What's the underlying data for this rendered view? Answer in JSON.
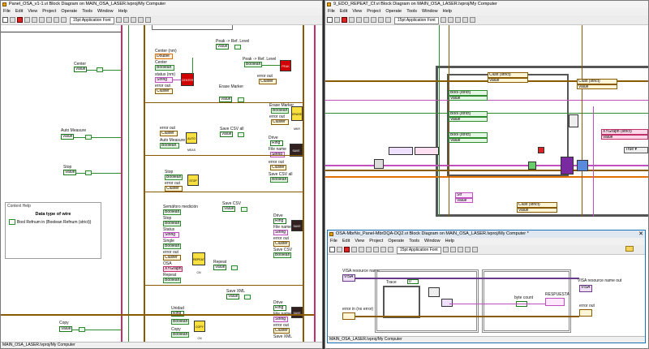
{
  "windows": [
    {
      "id": "w1",
      "title": "Panel_OSA_v1-1.vi Block Diagram on MAIN_OSA_LASER.lvproj/My Computer",
      "status": "MAIN_OSA_LASER.lvproj/My Computer"
    },
    {
      "id": "w2",
      "title": "9_EDO_REPEAT_Cf.vi Block Diagram on MAIN_OSA_LASER.lvproj/My Computer"
    },
    {
      "id": "w3",
      "title": "OSA-MbrNo_Panel-MbrDQA-DQ2.vi Block Diagram on MAIN_OSA_LASER.lvproj/My Computer *",
      "status": "MAIN_OSA_LASER.lvproj/My Computer"
    }
  ],
  "menu": [
    "File",
    "Edit",
    "View",
    "Project",
    "Operate",
    "Tools",
    "Window",
    "Help"
  ],
  "font_select": "15pt Application Font",
  "w1": {
    "labels": {
      "center": "Center",
      "center_ctrl": "Value",
      "center_nm": "Center (nm)",
      "center_num": "Double",
      "center2": "Center",
      "center_bool": "Boolean",
      "status_nm": "status (nm)",
      "status_str": "String",
      "error_out": "error out",
      "cluster": "Cluster",
      "peak_ref": "Peak -> Ref. Level",
      "peak_val": "Value",
      "peak_ref2": "Peak -> Ref. Level",
      "peak_bool": "Boolean",
      "error_out2": "error out",
      "cluster2": "Cluster",
      "erase_marker": "Erase Marker",
      "erase_val": "Value",
      "erase_marker2": "Erase Marker",
      "erase_bool": "Boolean",
      "error_out3": "error out",
      "cluster3": "Cluster",
      "auto_measure": "Auto Measure",
      "auto_val": "Value",
      "error_out4": "error out",
      "cluster4": "Cluster",
      "auto_measure2": "Auto Measure",
      "auto_bool": "Boolean",
      "save_csv_all": "Save CSV all",
      "save_csv_val": "Value",
      "drive": "Drive",
      "ring": "Ring",
      "file_name": "File name",
      "file_str": "String",
      "error_out5": "error out",
      "cluster5": "Cluster",
      "save_csv_all2": "Save CSV all",
      "save_bool": "Boolean",
      "stop": "Stop",
      "stop_val": "Value",
      "stop2": "Stop",
      "stop_bool": "Boolean",
      "error_out6": "error out",
      "cluster6": "Cluster",
      "semaforo": "Semáforo medición",
      "sem_bool": "Boolean",
      "stop3": "Stop",
      "stop3_bool": "Boolean",
      "status": "Status",
      "status_str2": "String",
      "single": "Single",
      "single_bool": "Boolean",
      "error_out7": "error out",
      "cluster7": "Cluster",
      "osa": "OSA",
      "xygraph": "XYGraph",
      "repeat": "Repeat",
      "repeat_bool": "Boolean",
      "repeat_lbl": "Repeat",
      "repeat_val": "Value",
      "save_csv": "Save CSV",
      "save_csv2_val": "Value",
      "drive2": "Drive",
      "ring2": "Ring",
      "file_name2": "File name",
      "file_str2": "String",
      "error_out8": "error out",
      "cluster8": "Cluster",
      "save_csv2": "Save CSV",
      "save_csv2_bool": "Boolean",
      "save_xml": "Save XML",
      "save_xml_val": "Value",
      "drive3": "Drive",
      "ring3": "Ring",
      "file_name3": "File name",
      "file_str3": "String",
      "error_out9": "error out",
      "cluster9": "Cluster",
      "save_xml2": "Save XML",
      "unidad": "Unidad",
      "unidad_ring": "Ring",
      "unidad_bool": "Boolean",
      "copy": "Copy",
      "copy_val": "Value",
      "copy2": "Copy",
      "copy_bool": "Boolean",
      "sub_center": "CENTER",
      "sub_peak": "PEAK REF",
      "sub_erase": "ERASE MKR",
      "sub_auto": "AUTO MEAS",
      "sub_stop": "STOP",
      "sub_save": "SAVE CSV",
      "sub_repeat": "REPEAT CN",
      "sub_save2": "SAVE CSV",
      "sub_xml": "SAVE XML",
      "sub_copy": "COPY CN"
    }
  },
  "context_help": {
    "title": "Context Help",
    "heading": "Data type of wire",
    "body": "Bool Refnum in (Boolean Refnum  (strict))"
  },
  "w2": {
    "labels": {
      "clust1": "Clust (strict)",
      "val1": "Value",
      "clust2": "Clust (strict)",
      "val2": "Value",
      "bool1": "Bool (strict)",
      "bval1": "Value",
      "bool2": "Bool (strict)",
      "bval2": "Value",
      "bool3": "Bool (strict)",
      "bval3": "Value",
      "xy": "XYGraph (strict)",
      "xyval": "Value",
      "true": "True",
      "str": "Str",
      "strval": "Value",
      "clust3": "Clust (strict)",
      "val3": "Value"
    }
  },
  "w3": {
    "labels": {
      "visa_in": "VISA resource name",
      "error_in": "error in (no error)",
      "trace": "Trace",
      "byte_count": "byte count",
      "respuesta": "RESPUESTA",
      "visa_out": "VISA resource name out",
      "error_out": "error out",
      "visa": "VISA",
      "count": "0"
    }
  }
}
